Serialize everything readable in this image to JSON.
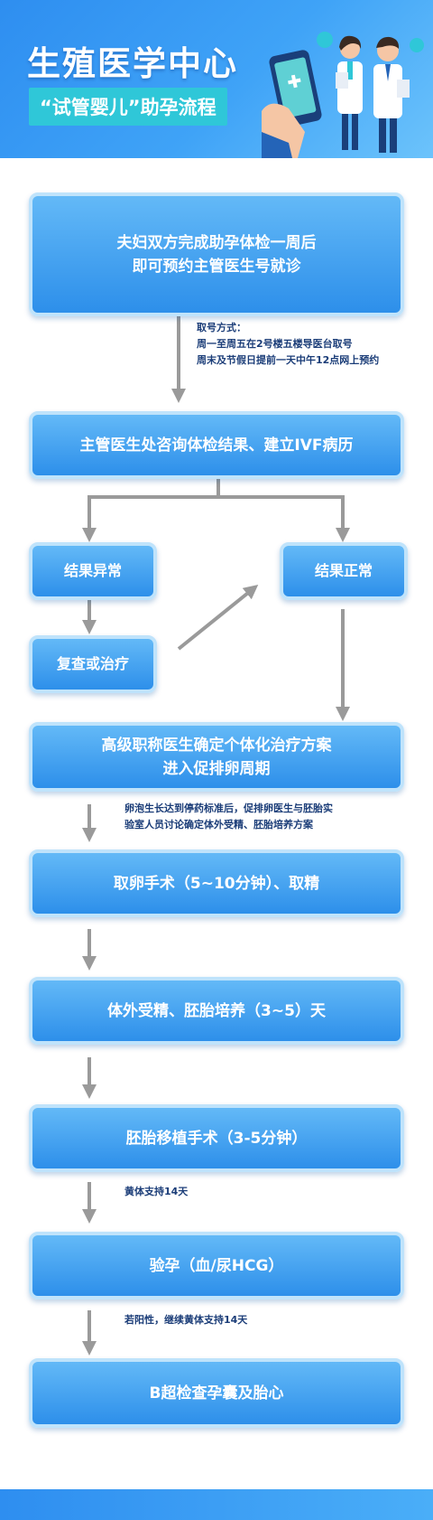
{
  "header": {
    "title": "生殖医学中心",
    "subtitle": "“试管婴儿”助孕流程"
  },
  "flow": {
    "step1": [
      "夫妇双方完成助孕体检一周后",
      "即可预约主管医生号就诊"
    ],
    "note1": [
      "取号方式：",
      "周一至周五在2号楼五楼导医台取号",
      "周末及节假日提前一天中午12点网上预约"
    ],
    "step2": "主管医生处咨询体检结果、建立IVF病历",
    "abnormal": "结果异常",
    "normal": "结果正常",
    "recheck": "复查或治疗",
    "step3": [
      "高级职称医生确定个体化治疗方案",
      "进入促排卵周期"
    ],
    "note2": [
      "卵泡生长达到停药标准后，促排卵医生与胚胎实",
      "验室人员讨论确定体外受精、胚胎培养方案"
    ],
    "step4": "取卵手术（5~10分钟）、取精",
    "step5": "体外受精、胚胎培养（3~5）天",
    "step6": "胚胎移植手术（3-5分钟）",
    "note3": "黄体支持14天",
    "step7": "验孕（血/尿HCG）",
    "note4": "若阳性，继续黄体支持14天",
    "step8": "B超检查孕囊及胎心"
  },
  "colors": {
    "box": "#3a9af0",
    "box_border": "#bfe3fb",
    "arrow": "#9a9a9a",
    "note_text": "#1b3d78",
    "header": "#2e8ef0"
  }
}
